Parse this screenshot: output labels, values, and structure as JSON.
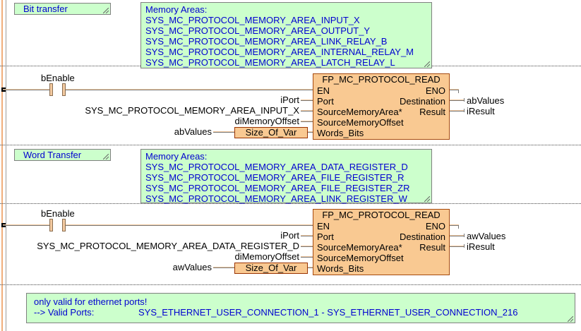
{
  "colors": {
    "comment_bg": "#ccffcc",
    "comment_text": "#0000d0",
    "block_fill": "#f9c992",
    "block_border": "#a64a0f",
    "wire_tan": "#f2c9a0",
    "wire_gray": "#787878",
    "rail_orange": "#f0ae7c"
  },
  "comments": {
    "bit_transfer": "Bit transfer",
    "word_transfer": "Word Transfer",
    "memory_areas_bits": {
      "title": "Memory Areas:",
      "lines": [
        "SYS_MC_PROTOCOL_MEMORY_AREA_INPUT_X",
        "SYS_MC_PROTOCOL_MEMORY_AREA_OUTPUT_Y",
        "SYS_MC_PROTOCOL_MEMORY_AREA_LINK_RELAY_B",
        "SYS_MC_PROTOCOL_MEMORY_AREA_INTERNAL_RELAY_M",
        "SYS_MC_PROTOCOL_MEMORY_AREA_LATCH_RELAY_L"
      ]
    },
    "memory_areas_words": {
      "title": "Memory Areas:",
      "lines": [
        "SYS_MC_PROTOCOL_MEMORY_AREA_DATA_REGISTER_D",
        "SYS_MC_PROTOCOL_MEMORY_AREA_FILE_REGISTER_R",
        "SYS_MC_PROTOCOL_MEMORY_AREA_FILE_REGISTER_ZR",
        "SYS_MC_PROTOCOL_MEMORY_AREA_LINK_REGISTER_W"
      ]
    },
    "footer": {
      "line1": "only valid for ethernet ports!",
      "line2_label": "--> Valid Ports:",
      "line2_value": "SYS_ETHERNET_USER_CONNECTION_1 - SYS_ETHERNET_USER_CONNECTION_216"
    }
  },
  "networks": [
    {
      "contact_label": "bEnable",
      "block": {
        "title": "FP_MC_PROTOCOL_READ",
        "left_pins": [
          "EN",
          "Port",
          "SourceMemoryArea*",
          "SourceMemoryOffset",
          "Words_Bits"
        ],
        "right_pins": [
          "ENO",
          "Destination",
          "Result"
        ]
      },
      "inputs": {
        "port": "iPort",
        "memory_area": "SYS_MC_PROTOCOL_MEMORY_AREA_INPUT_X",
        "offset": "diMemoryOffset",
        "size_source": "abValues",
        "size_of_var": "Size_Of_Var"
      },
      "outputs": {
        "destination": "abValues",
        "result": "iResult"
      }
    },
    {
      "contact_label": "bEnable",
      "block": {
        "title": "FP_MC_PROTOCOL_READ",
        "left_pins": [
          "EN",
          "Port",
          "SourceMemoryArea*",
          "SourceMemoryOffset",
          "Words_Bits"
        ],
        "right_pins": [
          "ENO",
          "Destination",
          "Result"
        ]
      },
      "inputs": {
        "port": "iPort",
        "memory_area": "SYS_MC_PROTOCOL_MEMORY_AREA_DATA_REGISTER_D",
        "offset": "diMemoryOffset",
        "size_source": "awValues",
        "size_of_var": "Size_Of_Var"
      },
      "outputs": {
        "destination": "awValues",
        "result": "iResult"
      }
    }
  ]
}
